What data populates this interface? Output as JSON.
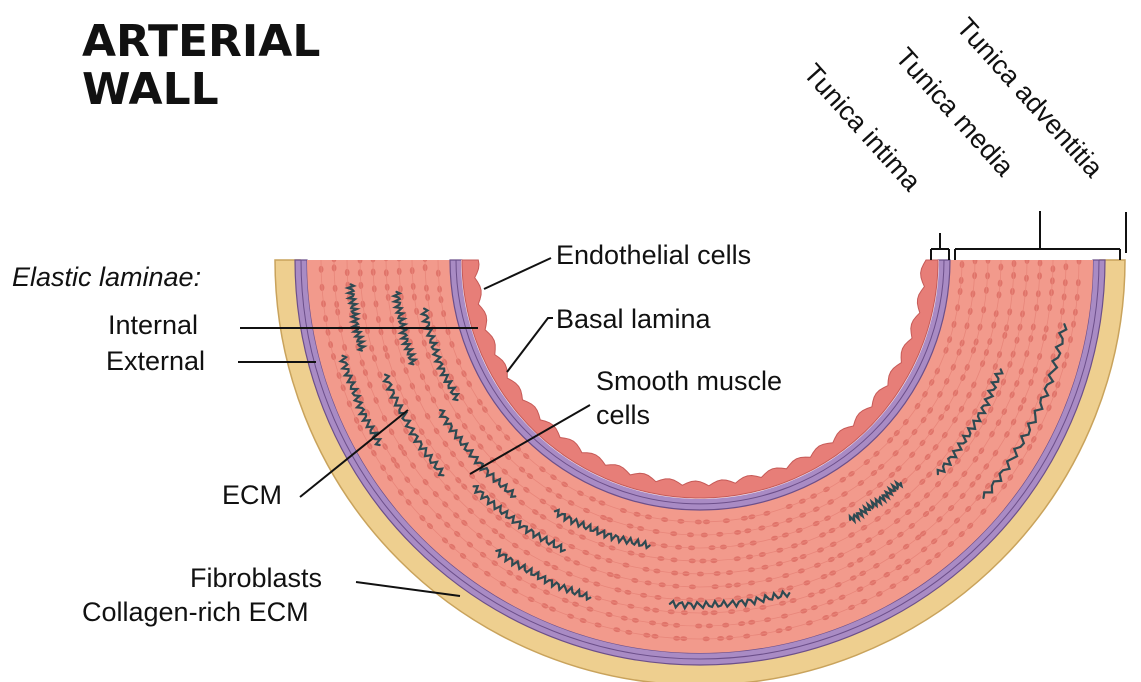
{
  "title": {
    "line1": "ARTERIAL",
    "line2": "WALL"
  },
  "layers": {
    "intima": "Tunica intima",
    "media": "Tunica media",
    "adventitia": "Tunica adventitia"
  },
  "labels": {
    "elastic_laminae": "Elastic laminae:",
    "internal": "Internal",
    "external": "External",
    "ecm": "ECM",
    "fibroblasts": "Fibroblasts",
    "collagen_ecm": "Collagen-rich ECM",
    "endothelial": "Endothelial cells",
    "basal_lamina": "Basal lamina",
    "smooth_muscle_1": "Smooth muscle",
    "smooth_muscle_2": "cells"
  },
  "colors": {
    "adventitia": "#eecf8f",
    "adventitia_edge": "#c9a35c",
    "lamina": "#a98bc4",
    "lamina_edge": "#6c4f8a",
    "media": "#f29a8c",
    "media_cells": "#e0746a",
    "intima": "#e77e78",
    "ecm_fiber": "#2e4a52"
  }
}
